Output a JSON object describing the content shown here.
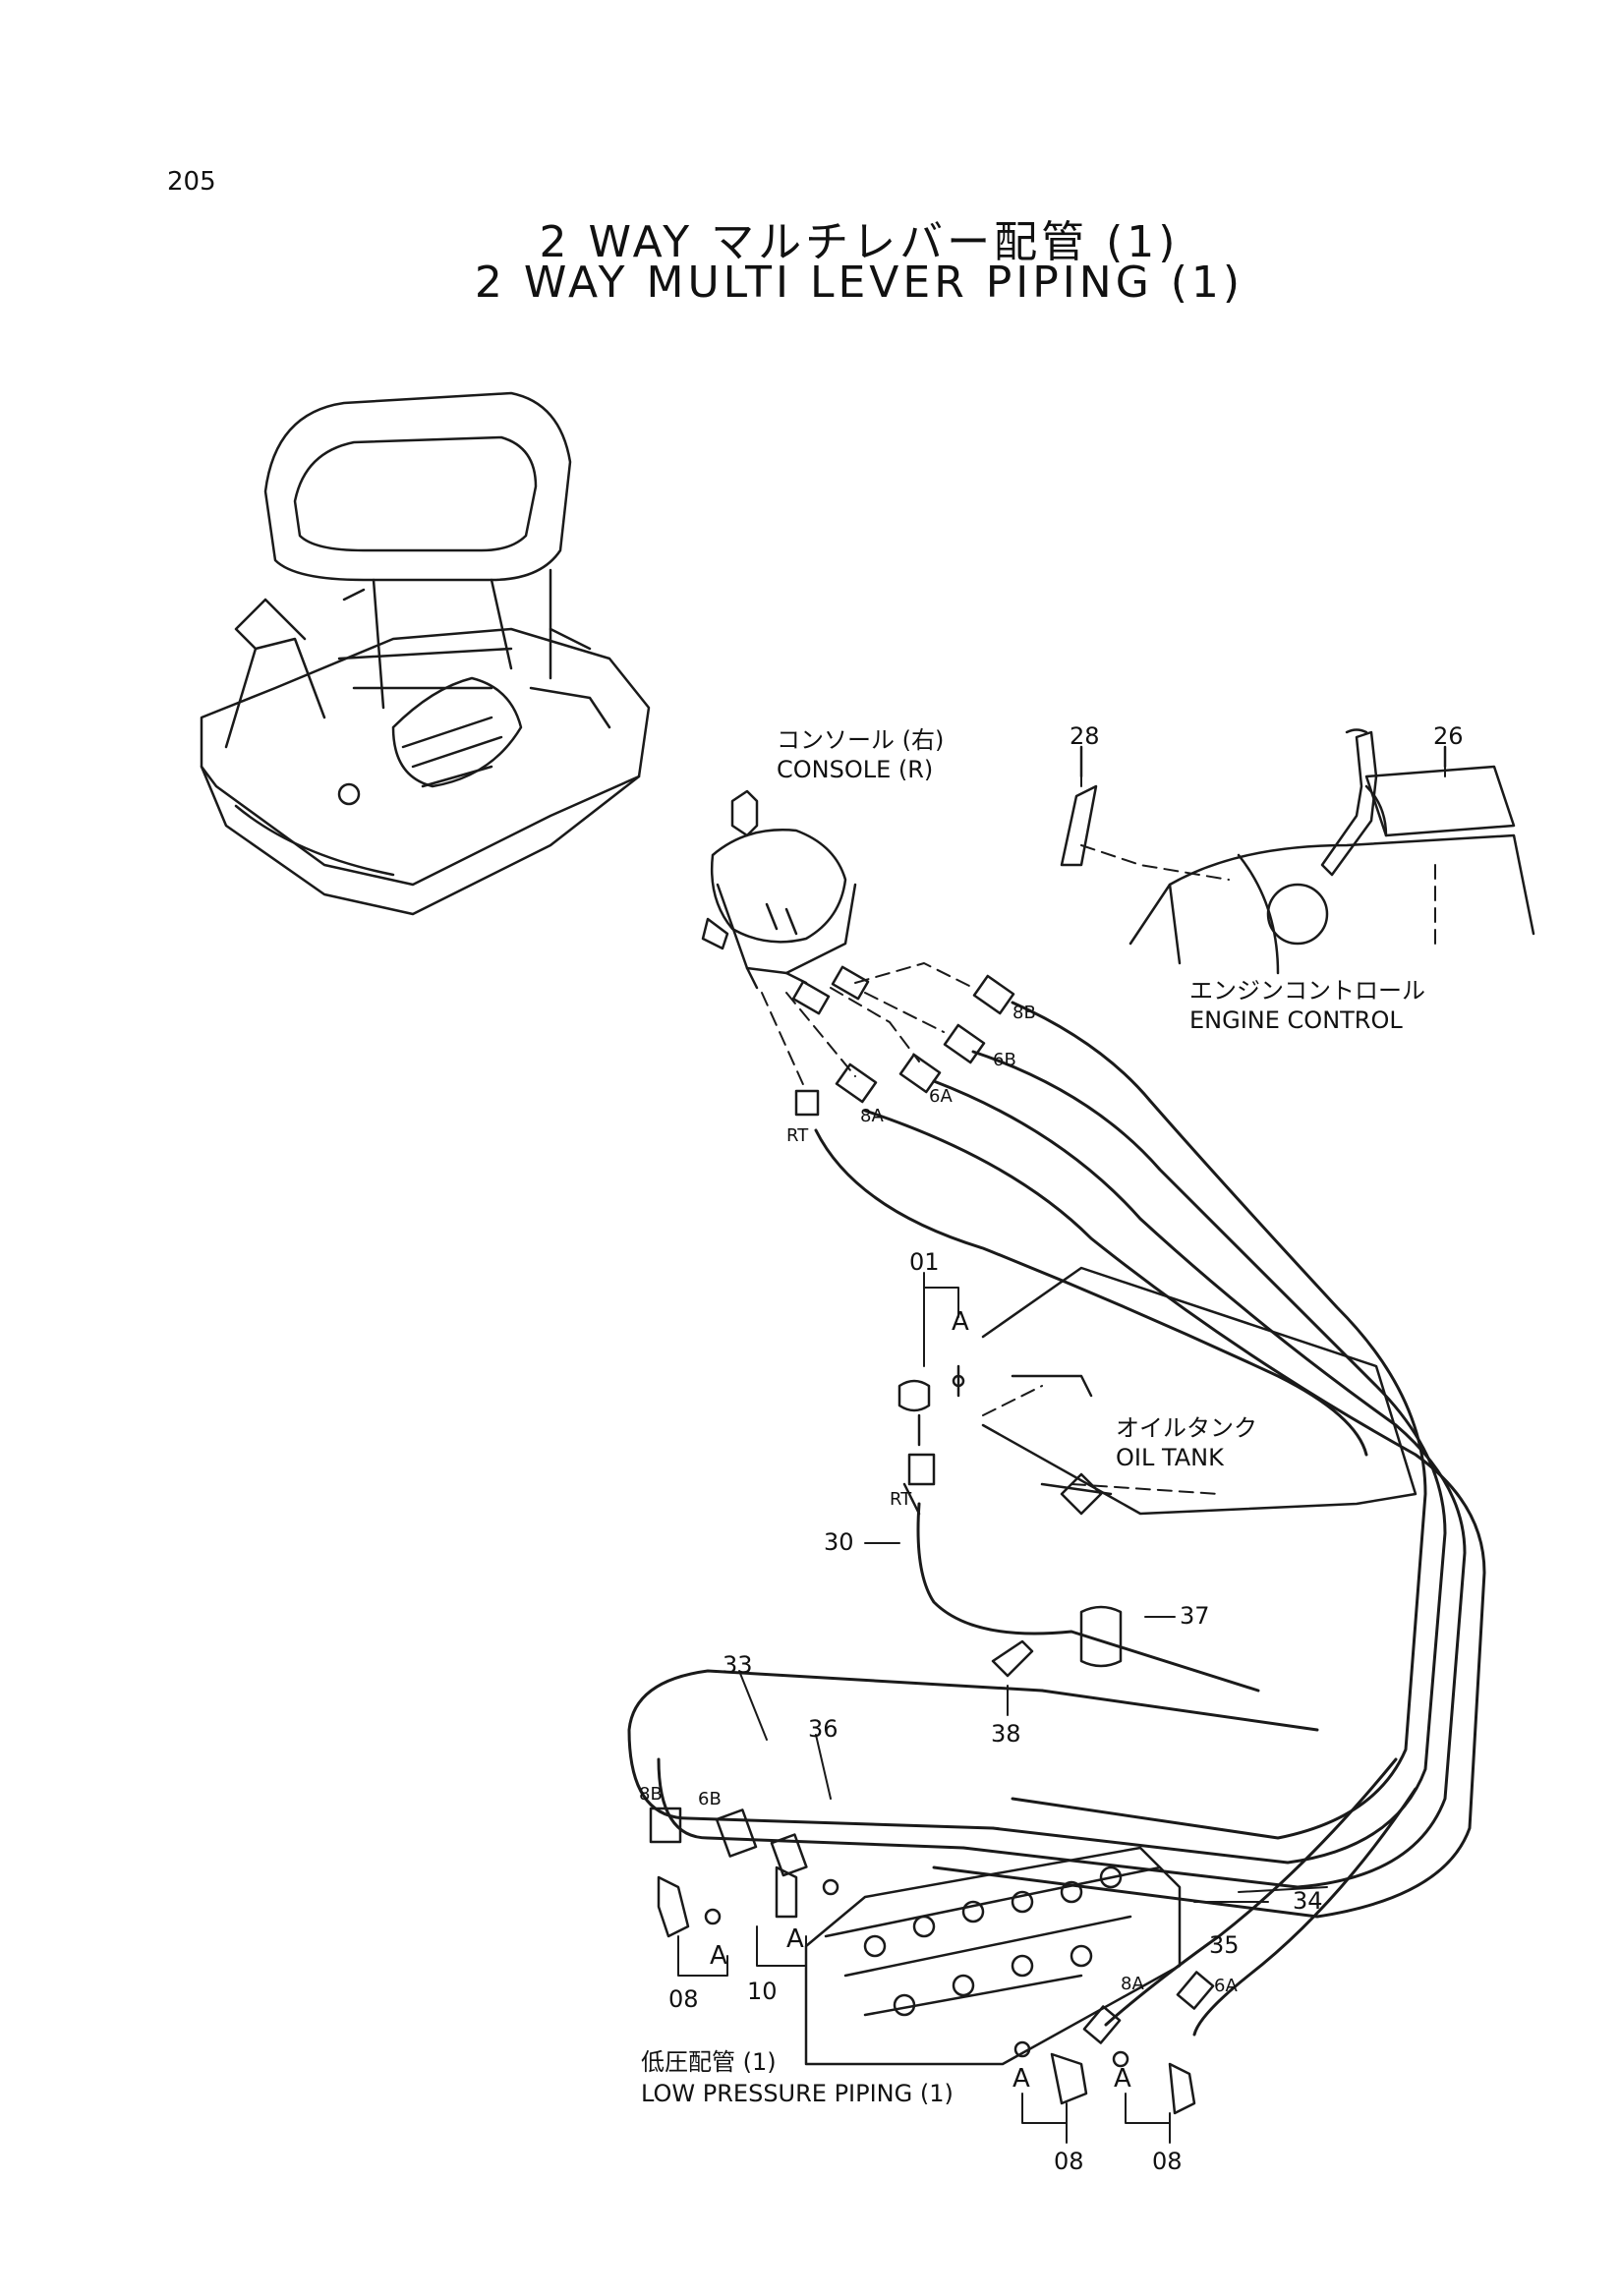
{
  "page": {
    "number": "205"
  },
  "title": {
    "jp": "2 WAY マルチレバー配管 (1)",
    "en": "2 WAY MULTI LEVER PIPING (1)"
  },
  "labels": {
    "console_jp": "コンソール (右)",
    "console_en": "CONSOLE (R)",
    "engine_jp": "エンジンコントロール",
    "engine_en": "ENGINE CONTROL",
    "tank_jp": "オイルタンク",
    "tank_en": "OIL TANK",
    "low_jp": "低圧配管 (1)",
    "low_en": "LOW PRESSURE PIPING (1)"
  },
  "parts": {
    "p01": "01",
    "p08a": "08",
    "p08b": "08",
    "p08c": "08",
    "p10": "10",
    "p26": "26",
    "p28": "28",
    "p30": "30",
    "p33": "33",
    "p34": "34",
    "p35": "35",
    "p36": "36",
    "p37": "37",
    "p38": "38"
  },
  "ports": {
    "rt_top": "RT",
    "rt_mid": "RT",
    "b8_top": "8B",
    "b6_top": "6B",
    "a6_top": "6A",
    "a8_top": "8A",
    "b8_low": "8B",
    "b6_low": "6B",
    "a8_low": "8A",
    "a6_low": "6A"
  },
  "section_marks": [
    "A",
    "A",
    "A",
    "A",
    "A"
  ]
}
